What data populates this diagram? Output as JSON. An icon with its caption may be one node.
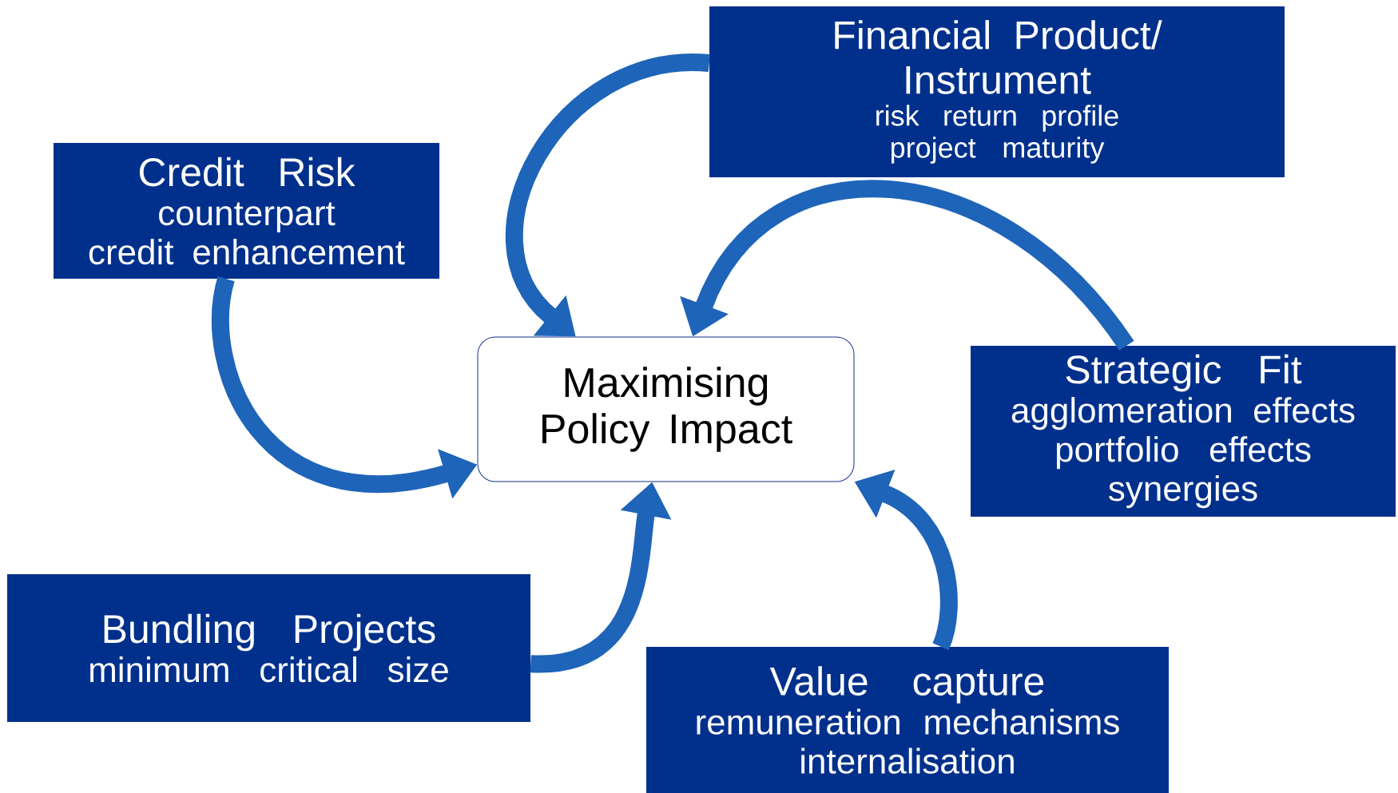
{
  "diagram": {
    "nodes": [
      {
        "text": [
          "Financial Product/ Instrument",
          "risk return profile",
          "project maturity"
        ]
      },
      {
        "text": [
          "Credit Risk",
          "counterpart",
          "credit enhancement"
        ]
      },
      {
        "text": [
          "Maximising Policy Impact"
        ]
      },
      {
        "text": [
          "Strategic Fit",
          "agglomeration effects",
          "portfolio effects",
          "synergies"
        ]
      },
      {
        "text": [
          "Bundling Projects",
          "minimum critical size"
        ]
      },
      {
        "text": [
          "Value capture",
          "remuneration mechanisms",
          "internalisation"
        ]
      }
    ],
    "edges": [
      {
        "from": 0,
        "to": 2,
        "arrow": "to"
      },
      {
        "from": 1,
        "to": 2,
        "arrow": "to"
      },
      {
        "from": 3,
        "to": 2,
        "arrow": "to"
      },
      {
        "from": 4,
        "to": 2,
        "arrow": "to"
      },
      {
        "from": 5,
        "to": 2,
        "arrow": "to"
      }
    ]
  }
}
